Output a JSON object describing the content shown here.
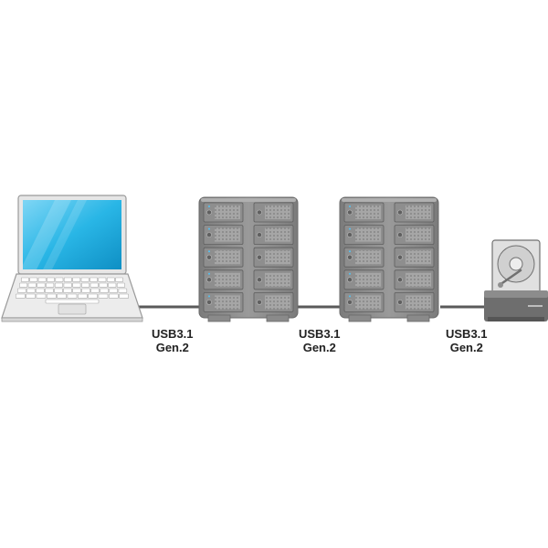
{
  "connections": [
    {
      "line1": "USB3.1",
      "line2": "Gen.2"
    },
    {
      "line1": "USB3.1",
      "line2": "Gen.2"
    },
    {
      "line1": "USB3.1",
      "line2": "Gen.2"
    }
  ],
  "colors": {
    "cable": "#5a5a5a",
    "enclosure": "#8a8a8a",
    "bay": "#9c9c9c",
    "screen": "#29b6e6",
    "led": "#4fc3f7"
  },
  "icons": [
    "laptop-icon",
    "drive-enclosure-icon",
    "drive-enclosure-icon",
    "docking-station-icon",
    "hard-drive-icon"
  ]
}
